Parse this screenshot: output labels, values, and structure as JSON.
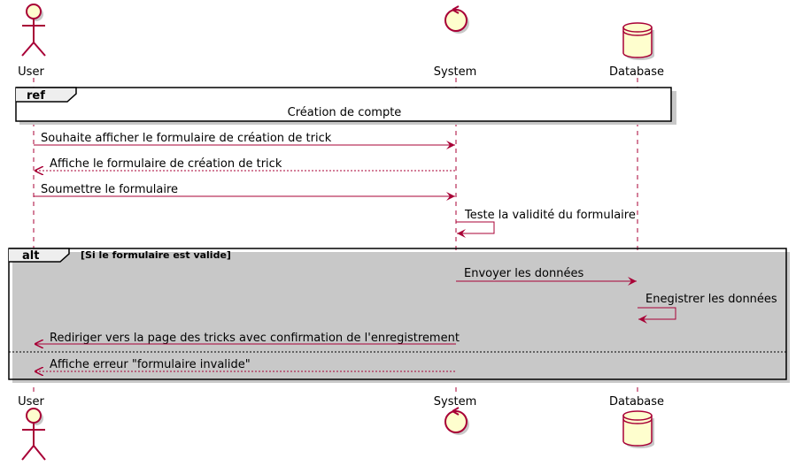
{
  "participants": {
    "user": "User",
    "system": "System",
    "database": "Database"
  },
  "ref_fragment": {
    "tag": "ref",
    "label": "Création de compte"
  },
  "messages": {
    "m1": "Souhaite afficher le formulaire de création de trick",
    "m2": "Affiche le formulaire de création de trick",
    "m3": "Soumettre le formulaire",
    "m4": "Teste la validité du formulaire"
  },
  "alt_fragment": {
    "tag": "alt",
    "guard": "[Si le formulaire est valide]",
    "messages": {
      "m5": "Envoyer les données",
      "m6": "Enegistrer les données",
      "m7": "Rediriger vers la page des tricks avec confirmation de l'enregistrement",
      "m8": "Affiche erreur \"formulaire invalide\""
    }
  },
  "colors": {
    "arrow": "#A80036",
    "participant_fill": "#FEFECE",
    "frame_border": "#000000",
    "shadow": "#c8c8c8"
  }
}
